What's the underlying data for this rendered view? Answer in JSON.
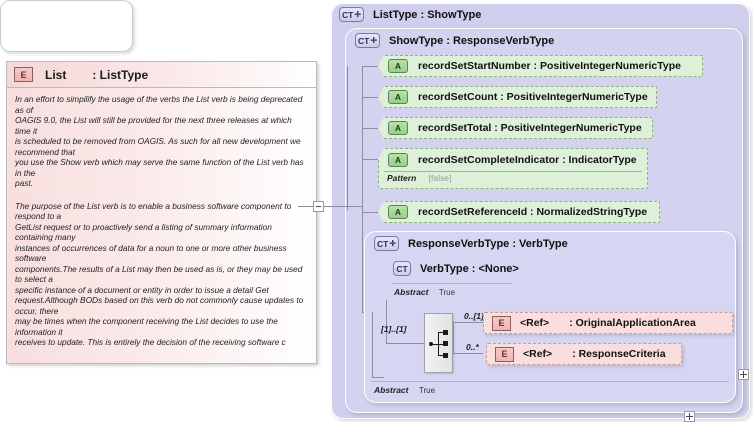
{
  "left_panel": {
    "icon": "element-icon",
    "name": "List",
    "type": ": ListType",
    "doc_part1": "In an effort to simpilify the usage of the verbs the List verb is being deprecated as of\nOAGIS 9.0, the List will still be provided for the next three releases at which time it\nis scheduled to be removed from OAGIS. As such for all new development we recommend that\nyou use the Show verb which may serve the same function of the List verb has in the\npast.",
    "doc_part2": "The purpose of the List verb is to enable a business software component to respond to a\nGetList request or to proactively send a listing of summary information containing many\ninstances of occurrences of data for a noun to one or more other business software\ncomponents.The results of a List may then be used as is, or they may be used to select a\nspecific instance of a document or entity in order to issue a detail Get request.Although BODs based on this verb do not commonly cause updates to occur, there\nmay be times when the component receiving the List decides to use the information it\nreceives to update. This is entirely the decision of the receiving software c"
  },
  "collapse_toggle": {
    "symbol": "−"
  },
  "tree": {
    "listtype": {
      "icon": "CT+",
      "label": "ListType : ShowType"
    },
    "showtype": {
      "icon": "CT+",
      "label": "ShowType : ResponseVerbType"
    },
    "attributes": [
      {
        "icon": "A",
        "label": "recordSetStartNumber : PositiveIntegerNumericType"
      },
      {
        "icon": "A",
        "label": "recordSetCount : PositiveIntegerNumericType"
      },
      {
        "icon": "A",
        "label": "recordSetTotal : PositiveIntegerNumericType"
      },
      {
        "icon": "A",
        "label": "recordSetCompleteIndicator : IndicatorType",
        "facet_name": "Pattern",
        "facet_value": "[false]"
      },
      {
        "icon": "A",
        "label": "recordSetReferenceId : NormalizedStringType"
      }
    ],
    "responseverbtype": {
      "icon": "CT+",
      "label": "ResponseVerbType : VerbType"
    },
    "verbtype": {
      "icon": "CT",
      "label": "VerbType : <None>",
      "abstract_label": "Abstract",
      "abstract_value": "True"
    },
    "compositor": {
      "kind": "sequence",
      "cardinality": "[1]..[1]"
    },
    "refs": [
      {
        "icon": "E",
        "name": "<Ref>",
        "type": ": OriginalApplicationArea",
        "cardinality": "0..[1]",
        "expand": "+"
      },
      {
        "icon": "E",
        "name": "<Ref>",
        "type": ": ResponseCriteria",
        "cardinality": "0..*",
        "expand": "+"
      }
    ],
    "outer_abstract": {
      "label": "Abstract",
      "value": "True"
    }
  },
  "colors": {
    "element_pink": "#fadede",
    "attribute_green": "#ddf0d8",
    "container_lavender": "#d0d0ee",
    "connector_gray": "#8d8d9c"
  }
}
